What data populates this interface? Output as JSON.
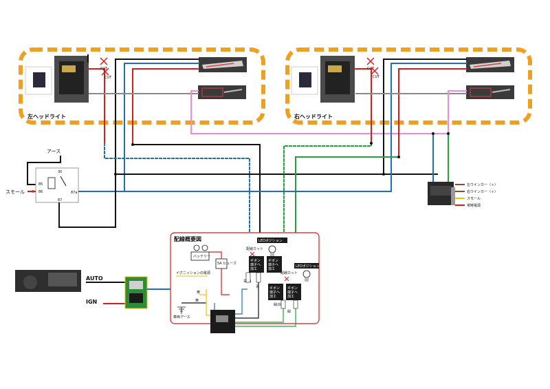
{
  "headlights": {
    "left_label": "左ヘッドライト",
    "right_label": "右ヘッドライト",
    "cut_mark": "CUT"
  },
  "relay": {
    "earth_label": "アース",
    "small_label": "スモール",
    "pins": {
      "p30": "30",
      "p85": "85",
      "p86": "86",
      "p87": "87",
      "p87a": "87a"
    }
  },
  "controller": {
    "legend": [
      {
        "label": "左ウインカー（＋）",
        "color": "#8a4b2a"
      },
      {
        "label": "右ウインカー（＋）",
        "color": "#8a4b2a"
      },
      {
        "label": "スモール",
        "color": "#e8c400"
      },
      {
        "label": "常時電源",
        "color": "#d81b1b"
      }
    ]
  },
  "switch": {
    "auto_label": "AUTO",
    "ign_label": "IGN"
  },
  "overview": {
    "title": "配線概要図",
    "battery": "バッテリー",
    "fuse": "5A\nヒューズ",
    "ign_power": "イグニッションの電源",
    "ground": "車両アース",
    "wire_cut_1": "配線カット",
    "wire_cut_2": "配線カット",
    "led_position_1": "LEDポジション",
    "led_position_2": "LEDポジション",
    "gibon_label": "ギボン\n端子へ\n加工",
    "wire_blue_white": "青/白",
    "wire_blue": "青",
    "wire_green_white": "緑/白",
    "wire_green": "緑",
    "wire_yellow": "黄",
    "wire_red": "赤"
  },
  "colors": {
    "orange_frame": "#f0a020",
    "black": "#111111",
    "blue": "#1f6fb8",
    "red": "#d81b1b",
    "green": "#22a33a",
    "pink": "#f08ae0",
    "gray": "#8a8a8a",
    "yellow": "#e8c400",
    "overview_border": "#d81b1b"
  }
}
